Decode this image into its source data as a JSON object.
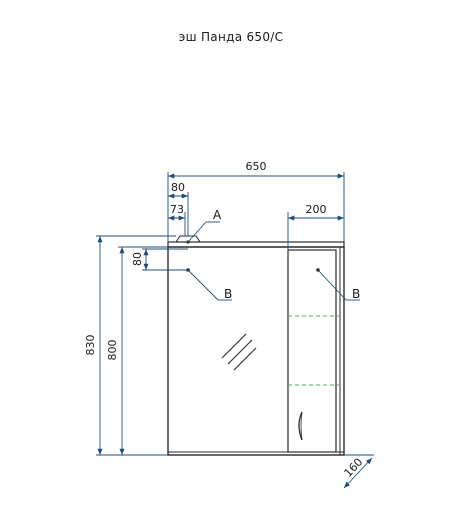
{
  "title": "эш Панда 650/С",
  "colors": {
    "outline": "#2b2b2b",
    "dimension": "#1f4e79",
    "dimension_text": "#1a1a1a",
    "shelf": "#4caf50"
  },
  "dimensions": {
    "overall_width": "650",
    "offset_80": "80",
    "offset_73": "73",
    "cabinet_width": "200",
    "height_830": "830",
    "height_800": "800",
    "vertical_80": "80",
    "depth": "160"
  },
  "callouts": {
    "a": "А",
    "b_left": "В",
    "b_right": "В"
  }
}
